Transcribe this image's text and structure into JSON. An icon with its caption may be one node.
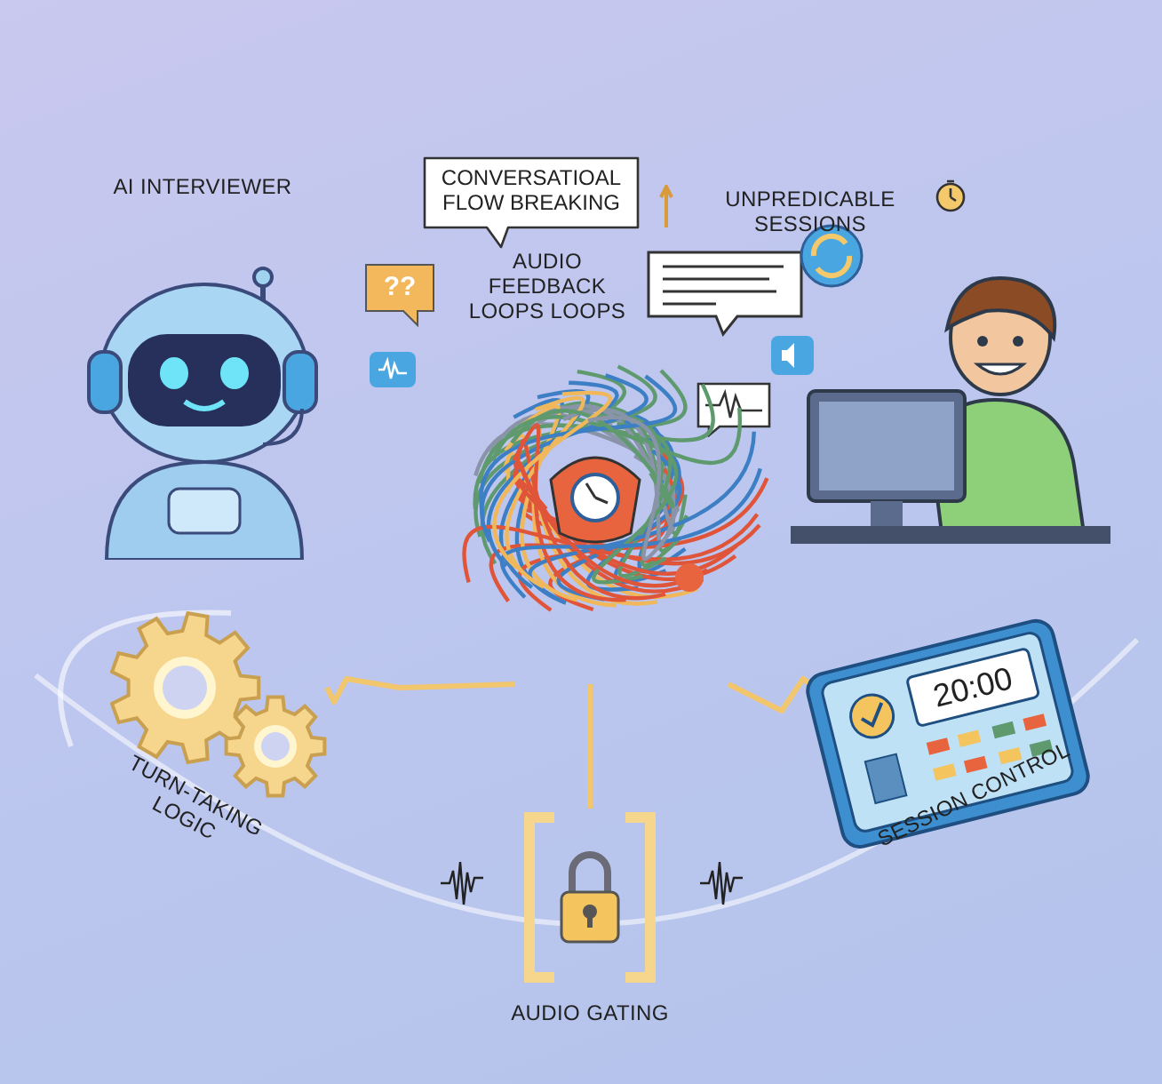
{
  "diagram": {
    "nodes": [
      {
        "text": [
          "CONVERSATIOAL FLOW BREAKING"
        ]
      },
      {
        "text": [
          "??"
        ]
      },
      {
        "text": [],
        "shape": "picture"
      },
      {
        "text": [],
        "shape": "picture"
      },
      {
        "text": [
          "20:00"
        ]
      },
      {
        "text": [],
        "shape": "picture"
      }
    ],
    "edges": [
      {
        "from": 2,
        "to": 3,
        "arrow": "none"
      },
      {
        "from": 2,
        "to": 4,
        "arrow": "none"
      },
      {
        "from": 2,
        "to": 5,
        "arrow": "none"
      }
    ],
    "labels": [
      "AI INTERVIEWER",
      "UNPREDICABLE SESSIONS",
      "AUDIO FEEDBACK LOOPS LOOPS",
      "TURN-TAKING LOGIC",
      "SESSION CONTROL",
      "AUDIO GATING"
    ]
  }
}
